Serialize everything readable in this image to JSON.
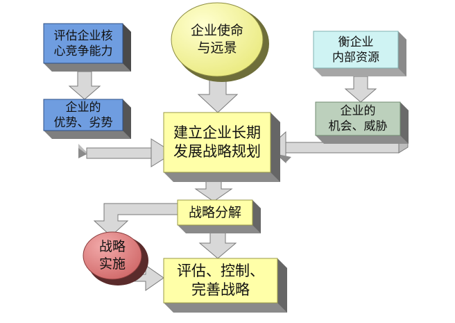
{
  "nodes": {
    "core_competence": {
      "line1": "评估企业核",
      "line2": "心竞争能力"
    },
    "strength_weakness": {
      "line1": "企业的",
      "line2": "优势、劣势"
    },
    "mission_vision": {
      "line1": "企业使命",
      "line2": "与远景"
    },
    "internal_resources": {
      "line1": "衡企业",
      "line2": "内部资源"
    },
    "opportunity_threat": {
      "line1": "企业的",
      "line2": "机会、威胁"
    },
    "long_term_plan": {
      "line1": "建立企业长期",
      "line2": "发展战略规划"
    },
    "decomposition": {
      "line1": "战略分解"
    },
    "implementation": {
      "line1": "战略",
      "line2": "实施"
    },
    "evaluate_control": {
      "line1": "评估、控制、",
      "line2": "完善战略"
    }
  },
  "colors": {
    "blue_box": "#6f9de0",
    "green_box": "#bcd0bc",
    "cyan_box": "#cff3f3",
    "yellow_box": "#ffffa8",
    "circle_yellow": "#ffffa0",
    "circle_red": "#e58a8a",
    "arrow_fill": "#d8d8d8",
    "box_side": "#7f7f7f",
    "box_top": "#b8b8b8"
  }
}
